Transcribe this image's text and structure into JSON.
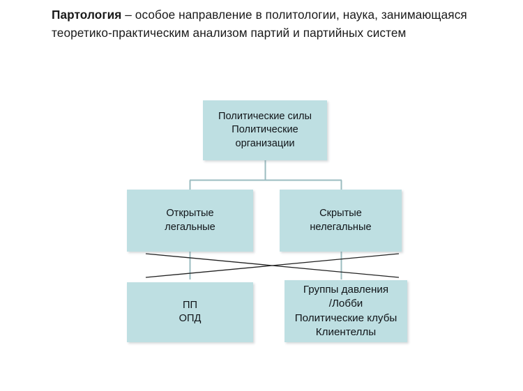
{
  "slide": {
    "title": {
      "term": "Партология",
      "definition": " – особое направление в политологии, наука, занимающаяся теоретико-практическим анализом партий и партийных систем"
    }
  },
  "diagram": {
    "type": "hierarchy-tree",
    "box_fill_color": "#bedfe2",
    "connector_color": "#9bbcc0",
    "cross_line_color": "#222222",
    "nodes": [
      {
        "id": "top",
        "role": "root",
        "lines": [
          "Политические силы",
          "Политические",
          "организации"
        ]
      },
      {
        "id": "open",
        "role": "branch-left",
        "lines": [
          "Открытые",
          "легальные"
        ]
      },
      {
        "id": "hidden",
        "role": "branch-right",
        "lines": [
          "Скрытые",
          "нелегальные"
        ]
      },
      {
        "id": "parties",
        "role": "leaf-left",
        "lines": [
          "ПП",
          "ОПД"
        ]
      },
      {
        "id": "groups",
        "role": "leaf-right",
        "lines": [
          "Группы давления",
          "/Лобби",
          "Политические клубы",
          "Клиентеллы"
        ]
      }
    ]
  }
}
